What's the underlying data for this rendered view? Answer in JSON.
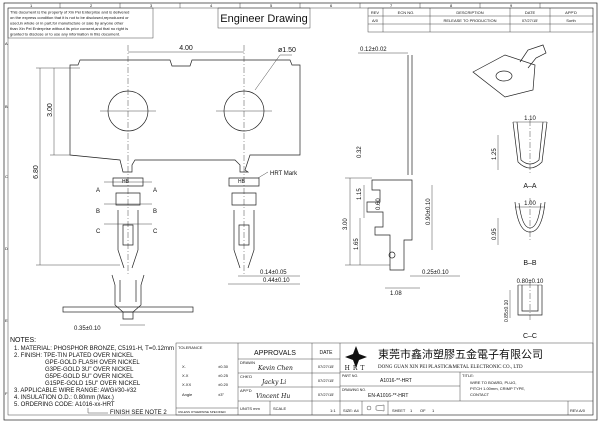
{
  "grid": {
    "columns": [
      "1",
      "2",
      "3",
      "4",
      "5",
      "6",
      "7",
      "8",
      "9"
    ],
    "rows": [
      "A",
      "B",
      "C",
      "D",
      "E",
      "F"
    ]
  },
  "disclaimer": [
    "This document is the property of Xin Pei Enterprise and is delivered",
    "on the express condition that it is not to be disclosed,reproduced or",
    "used,in whole or in part,for manufacture or sale by anyone other",
    "than Xin Pei Enterprise without its prior consent,and that no right is",
    "granted to disclose or to use any information in this document."
  ],
  "header_title": "Engineer Drawing",
  "revision": {
    "headers": [
      "REV",
      "ECN NO.",
      "DESCRIPTION",
      "DATE",
      "APP'D"
    ],
    "rows": [
      [
        "A/0",
        "",
        "RELEASE TO PRODUCTION",
        "07/27/15'",
        "Sorth"
      ]
    ]
  },
  "dims": {
    "pitch": "4.00",
    "hole": "ø1.50",
    "height_total": "6.80",
    "height_plate": "3.00",
    "sec_a": "A",
    "sec_b": "B",
    "sec_c": "C",
    "hrt_mark": "HRT Mark",
    "d014": "0.14±0.05",
    "d044": "0.44±0.10",
    "d035": "0.35±0.10",
    "thick": "0.12±0.02",
    "d032": "0.32",
    "d115": "1.15",
    "d060": "0.60",
    "d300": "3.00",
    "d165": "1.65",
    "d090": "0.90±0.10",
    "d025": "0.25±0.10",
    "d108": "1.08",
    "aa_w": "1.10",
    "aa_h": "1.25",
    "aa_label": "A–A",
    "bb_w": "1.00",
    "bb_h": "0.95",
    "bb_label": "B–B",
    "cc_w": "0.80±0.10",
    "cc_h": "0.85±0.10",
    "cc_label": "C–C",
    "hb": "HB"
  },
  "notes": {
    "title": "NOTES:",
    "lines": [
      "1. MATERIAL: PHOSPHOR BRONZE, C5191-H, T=0.12mm",
      "2. FINISH: TPE-TIN PLATED OVER NICKEL",
      "GPE-GOLD FLASH OVER NICKEL",
      "G3PE-GOLD 3U\" OVER NICKEL",
      "G5PE-GOLD 5U\" OVER NICKEL",
      "G15PE-GOLD 15U\" OVER NICKEL",
      "3. APPLICABLE WIRE RANGE: AWG#30-#32",
      "4. INSULATION O.D.: 0.80mm (Max.)",
      "5. ORDERING CODE: A1016-xx-HRT",
      "FINISH SEE NOTE 2"
    ]
  },
  "tolerance": {
    "title": "TOLERANCE",
    "rows": [
      [
        "X.",
        "±0.30"
      ],
      [
        "X.X",
        "±0.25"
      ],
      [
        "X.XX",
        "±0.20"
      ],
      [
        "Angle",
        "±3°"
      ]
    ],
    "footer": "UNLESS OTHERWISE SPECIFIED"
  },
  "approvals": {
    "title": "APPROVALS",
    "date_header": "DATE",
    "rows": [
      {
        "role": "DRAWN",
        "name": "Kevin Chen",
        "date": "07/27/15'"
      },
      {
        "role": "CHK'D",
        "name": "Jacky Li",
        "date": "07/27/15'"
      },
      {
        "role": "APP'D",
        "name": "Vincent Hu",
        "date": "07/27/15'"
      }
    ]
  },
  "company": {
    "logo": "HRT",
    "name_cn": "東莞市鑫沛塑膠五金電子有限公司",
    "name_en": "DONG GUAN XIN PEI PLASTIC&METAL ELECTRONIC CO., LTD"
  },
  "part": {
    "part_label": "PART NO.",
    "part_no": "A1016-**-HRT",
    "drawing_label": "DRAWING NO.",
    "drawing_no": "EN-A1016-**-HRT",
    "title_label": "TITLE:",
    "title_lines": [
      "WIRE TO BOARD, PLUG,",
      "PITCH 1.00mm, CRIMP TYPE,",
      "CONTACT"
    ]
  },
  "footer": {
    "units": "UNITS mm",
    "scale_label": "SCALE",
    "scale": "1:1",
    "size": "SIZE: A4",
    "sheet": "SHEET",
    "sheet_no": "1",
    "of": "OF",
    "sheet_total": "1",
    "rev": "REV.A/0"
  }
}
